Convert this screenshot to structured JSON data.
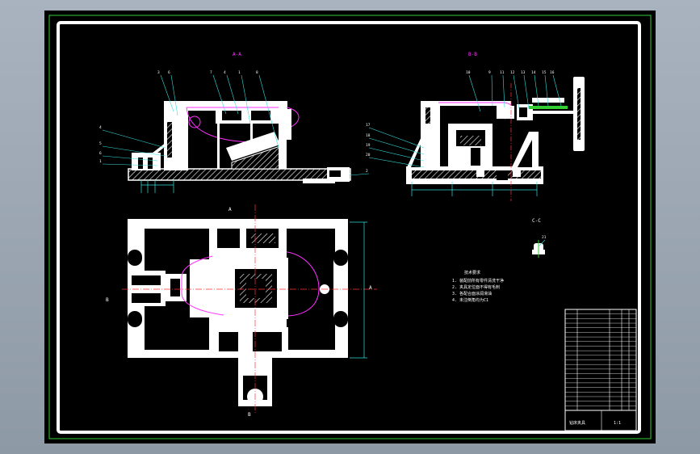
{
  "app": {
    "view_title": "Model",
    "background": "#000000",
    "outer_frame_color": "#33cc33",
    "sheet_border_color": "#ffffff",
    "part_color": "#ffffff",
    "hidden_line_color": "#ff33ff",
    "center_line_color": "#ff3333",
    "dimension_color": "#33dddd",
    "leader_color": "#33dddd"
  },
  "views": {
    "front_view_label": "A-A",
    "side_view_label": "B-B",
    "section_label": "C-C",
    "plan_label_left": "B",
    "plan_label_bottom": "B",
    "plan_label_top": "A",
    "plan_label_right": "A"
  },
  "balloons": {
    "front": [
      "3",
      "6",
      "7",
      "4",
      "1",
      "8",
      "4",
      "5",
      "6",
      "1",
      "2"
    ],
    "side": [
      "10",
      "9",
      "11",
      "12",
      "13",
      "14",
      "15",
      "16",
      "17",
      "18",
      "19",
      "20"
    ],
    "section": [
      "21"
    ]
  },
  "notes": {
    "title": "技术要求",
    "lines": [
      "1. 装配前所有零件清洗干净",
      "2. 夹具定位面不得有毛刺",
      "3. 各配合面涂润滑油",
      "4. 未注倒角均为C1"
    ]
  },
  "title_block": {
    "rows": 22,
    "name": "钻床夹具",
    "scale": "1:1"
  }
}
